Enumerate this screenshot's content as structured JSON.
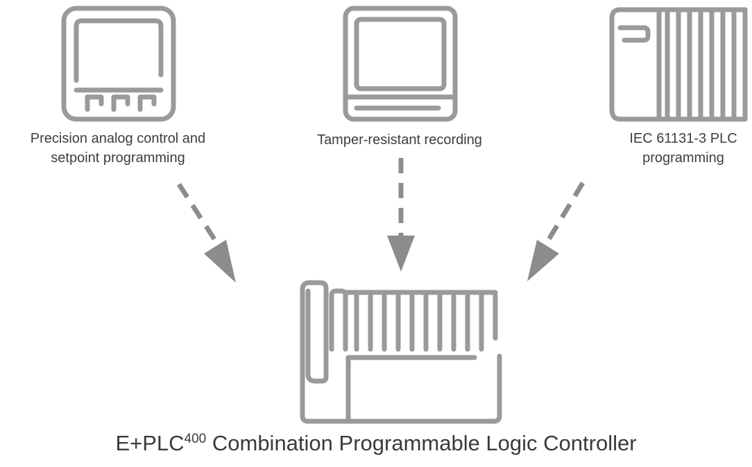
{
  "colors": {
    "icon_stroke": "#9a9a9c",
    "arrow": "#8c8c8e",
    "text": "#3a3a3a"
  },
  "sources": [
    {
      "icon": "analog-controller-icon",
      "caption_lines": [
        "Precision analog control and",
        "setpoint programming"
      ]
    },
    {
      "icon": "recorder-icon",
      "caption_lines": [
        "Tamper-resistant recording"
      ]
    },
    {
      "icon": "plc-rack-icon",
      "caption_lines": [
        "IEC 61131-3 PLC",
        "programming"
      ]
    }
  ],
  "target": {
    "icon": "eplc400-controller-icon",
    "title_prefix": "E+PLC",
    "title_superscript": "400",
    "title_suffix": " Combination Programmable Logic Controller"
  }
}
